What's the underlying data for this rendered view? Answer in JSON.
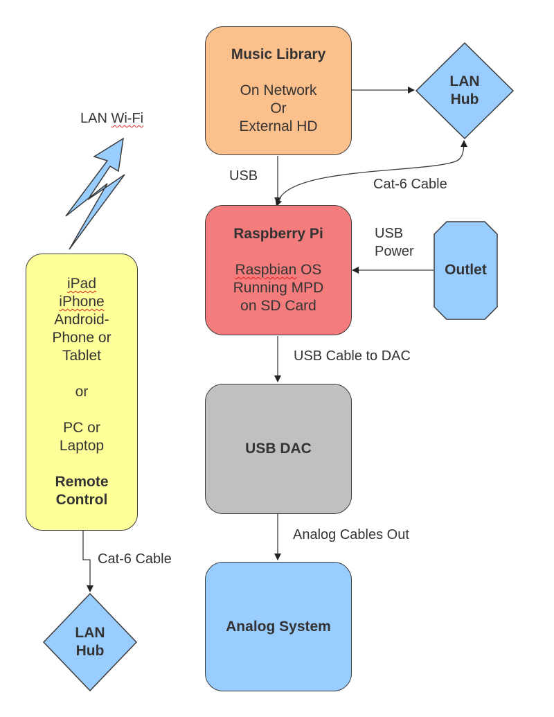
{
  "colors": {
    "music_library": "#FBC08C",
    "raspberry_pi": "#F47C7C",
    "usb_dac": "#C0C0C0",
    "blue": "#99CCFF",
    "remote": "#FFFF99",
    "stroke": "#3a3a3a"
  },
  "music_library": {
    "title": "Music Library",
    "line1": "On Network",
    "line2": "Or",
    "line3": "External HD"
  },
  "lan_hub_top": {
    "line1": "LAN",
    "line2": "Hub"
  },
  "raspberry_pi": {
    "title": "Raspberry Pi",
    "line1a": "Raspbian",
    "line1b": " OS",
    "line2": "Running MPD",
    "line3": "on SD Card"
  },
  "outlet": {
    "title": "Outlet"
  },
  "usb_dac": {
    "title": "USB DAC"
  },
  "analog_system": {
    "title": "Analog System"
  },
  "remote": {
    "line1": "iPad",
    "line2": "iPhone",
    "line3": "Android-",
    "line4": "Phone or",
    "line5": "Tablet",
    "line6": "or",
    "line7": "PC or",
    "line8": "Laptop",
    "title1": "Remote",
    "title2": "Control"
  },
  "lan_hub_bottom": {
    "line1": "LAN",
    "line2": "Hub"
  },
  "wifi": {
    "label_a": "LAN ",
    "label_b": "Wi-Fi",
    "icon": "lightning-bolt-icon"
  },
  "labels": {
    "usb": "USB",
    "cat6_top": "Cat-6 Cable",
    "usb_power_1": "USB",
    "usb_power_2": "Power",
    "usb_cable_dac": "USB Cable to DAC",
    "analog_cables": "Analog Cables Out",
    "cat6_bottom": "Cat-6 Cable"
  }
}
